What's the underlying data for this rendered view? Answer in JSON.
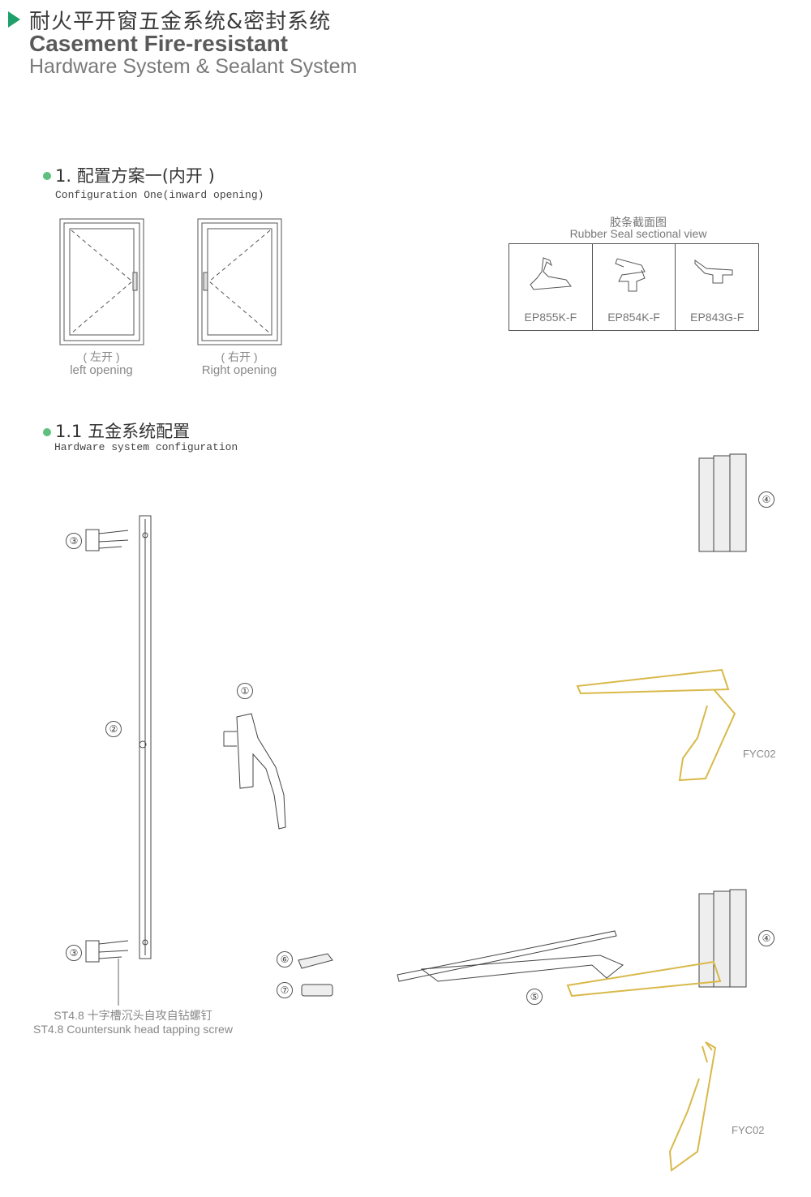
{
  "header": {
    "title_cn": "耐火平开窗五金系统&密封系统",
    "title_en_bold": "Casement Fire-resistant",
    "title_en_light": "Hardware System & Sealant System"
  },
  "section1": {
    "title": "1. 配置方案一(内开 )",
    "subtitle": "Configuration One(inward opening)",
    "windows": [
      {
        "cn": "( 左开 )",
        "en": "left opening"
      },
      {
        "cn": "( 右开 )",
        "en": "Right opening"
      }
    ]
  },
  "seals": {
    "title_cn": "胶条截面图",
    "title_en": "Rubber Seal sectional view",
    "items": [
      "EP855K-F",
      "EP854K-F",
      "EP843G-F"
    ]
  },
  "section11": {
    "title": "1.1 五金系统配置",
    "subtitle": "Hardware system configuration"
  },
  "parts": {
    "n1": "①",
    "n2": "②",
    "n3": "③",
    "n4": "④",
    "n5": "⑤",
    "n6": "⑥",
    "n7": "⑦",
    "corner_code": "FYC02",
    "screw_cn": "ST4.8 十字槽沉头自攻自钻螺钉",
    "screw_en": "ST4.8 Countersunk head  tapping screw"
  },
  "colors": {
    "accent": "#1fa06a",
    "gold": "#e0c55a"
  }
}
